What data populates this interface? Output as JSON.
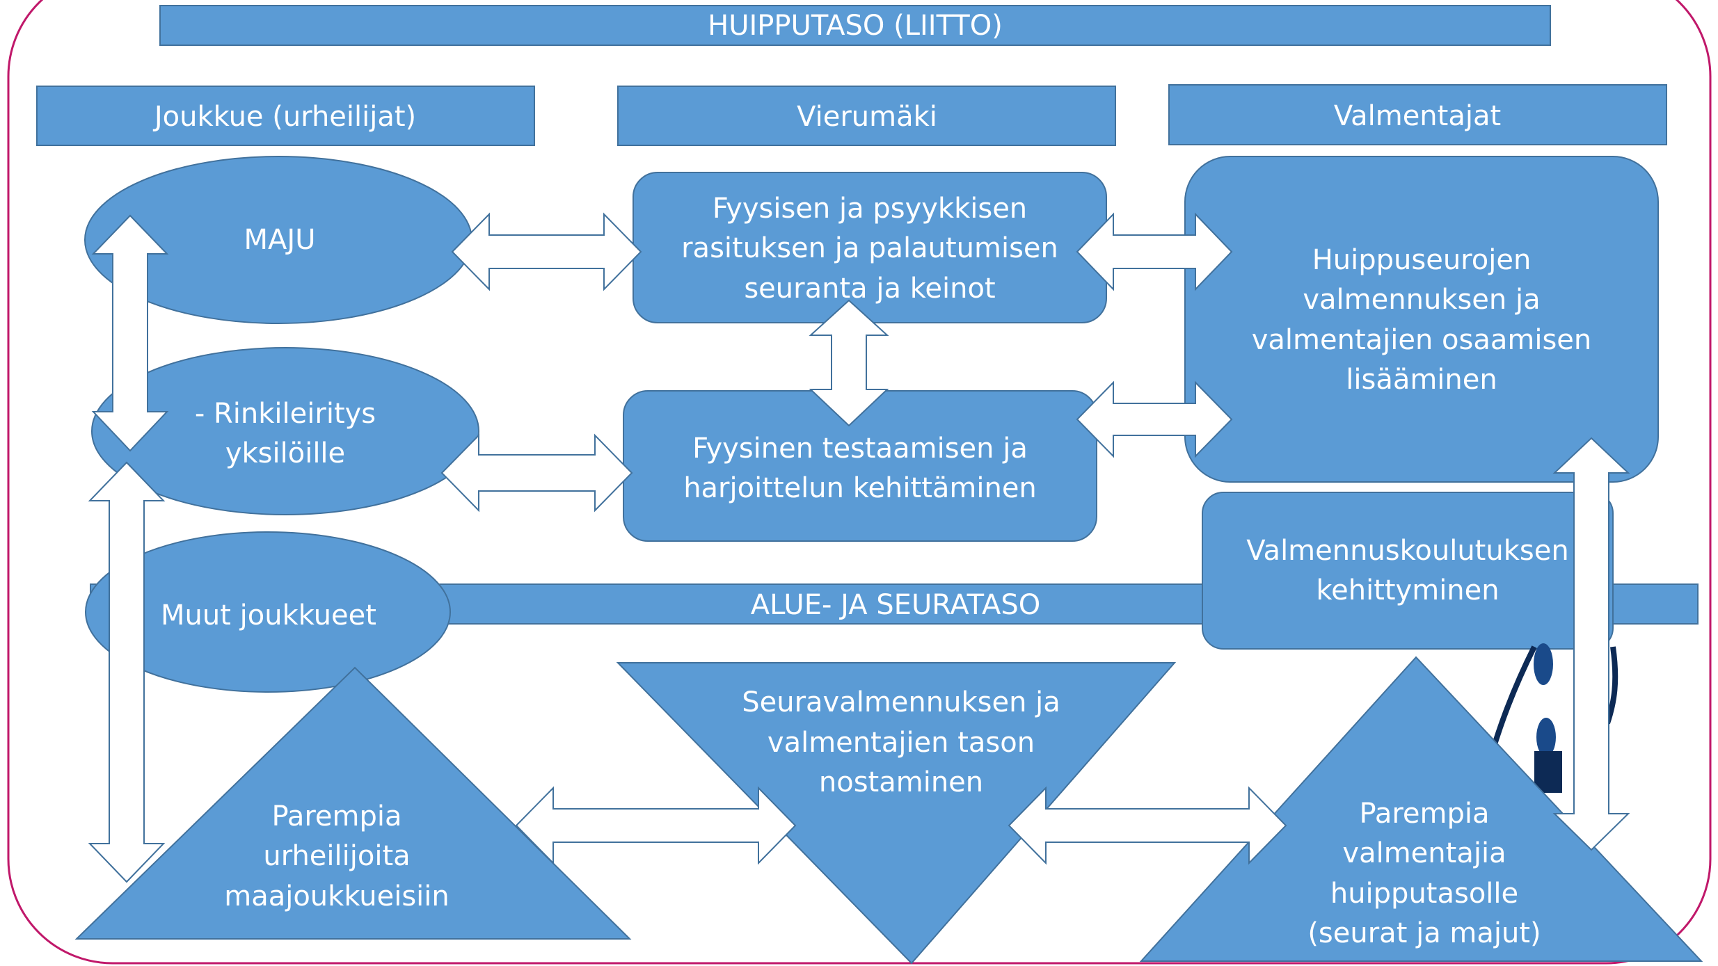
{
  "top_banner": "HUIPPUTASO (LIITTO)",
  "columns": {
    "joukkue": "Joukkue (urheilijat)",
    "vierumaki": "Vierumäki",
    "valmentajat": "Valmentajat"
  },
  "nodes": {
    "maju": "MAJU",
    "rinkileiritys": [
      "-  Rinkileiritys",
      "yksilöille"
    ],
    "muut_joukkueet": "Muut joukkueet",
    "fyysisen_psyykkisen": [
      "Fyysisen ja psyykkisen",
      "rasituksen ja palautumisen",
      "seuranta ja keinot"
    ],
    "fyysinen_testaamisen": [
      "Fyysinen testaamisen ja",
      "harjoittelun kehittäminen"
    ],
    "huippuseurojen": [
      "Huippuseurojen",
      "valmennuksen ja",
      "valmentajien osaamisen",
      "lisääminen"
    ],
    "valmennuskoulutuksen": [
      "Valmennuskoulutuksen",
      "kehittyminen"
    ],
    "seuravalmennuksen": [
      "Seuravalmennuksen ja",
      "valmentajien tason",
      "nostaminen"
    ],
    "parempia_urheilijoita": [
      "Parempia",
      "urheilijoita",
      "maajoukkueisiin"
    ],
    "parempia_valmentajia": [
      "Parempia",
      "valmentajia",
      "huipputasolle",
      "(seurat ja majut)"
    ]
  },
  "mid_banner": "ALUE- JA SEURATASO",
  "colors": {
    "fill": "#5b9bd5",
    "stroke": "#41719c",
    "frame": "#c0186a",
    "text": "#ffffff"
  }
}
